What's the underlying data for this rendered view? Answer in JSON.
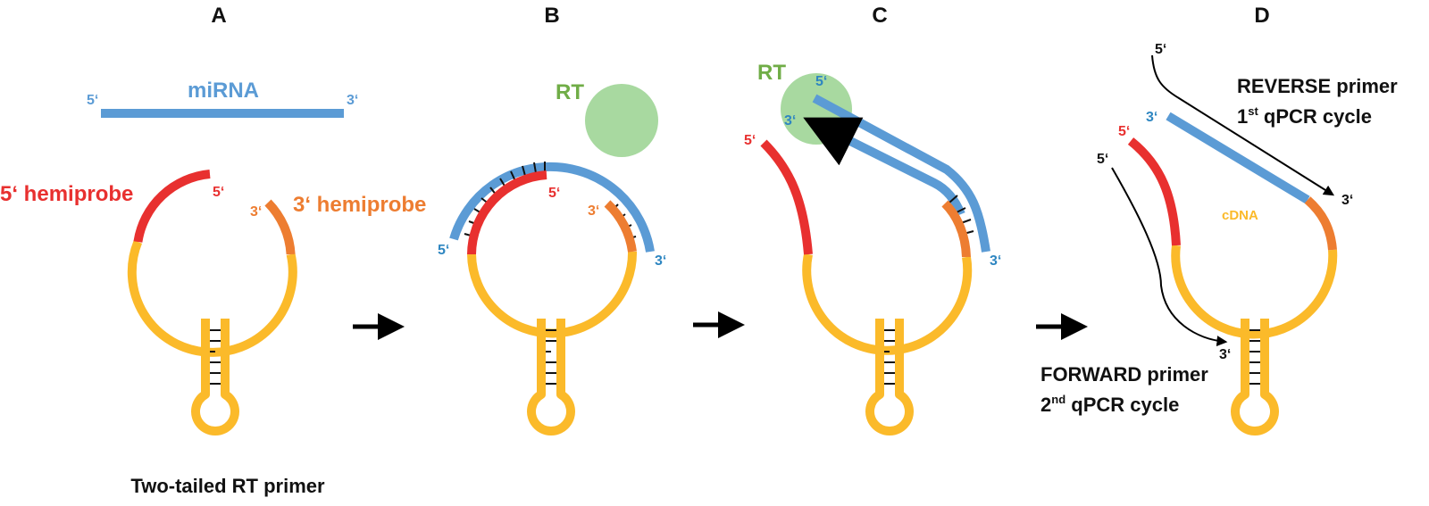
{
  "colors": {
    "primer": "#fbba2a",
    "mirna": "#5b9bd5",
    "hemi5": "#e8302f",
    "hemi3": "#ed7d31",
    "rt": "#a8d9a0",
    "rt_text": "#70ad47",
    "arrow": "#000000"
  },
  "panels": {
    "a": {
      "label": "A",
      "mirna_label": "miRNA",
      "mirna_5": "5‘",
      "mirna_3": "3‘",
      "hemi5_label": "5‘ hemiprobe",
      "hemi5_end": "5‘",
      "hemi3_label": "3‘ hemiprobe",
      "hemi3_end": "3‘",
      "caption": "Two-tailed RT primer"
    },
    "b": {
      "label": "B",
      "rt": "RT",
      "hemi5_end": "5‘",
      "hemi3_end": "3‘",
      "mirna_5": "5‘",
      "mirna_3": "3‘"
    },
    "c": {
      "label": "C",
      "rt": "RT",
      "hemi5_end": "5‘",
      "strand_5": "5‘",
      "strand_3": "3‘",
      "mirna_3": "3‘"
    },
    "d": {
      "label": "D",
      "reverse_5": "5‘",
      "reverse_line1": "REVERSE primer",
      "reverse_line2_pre": "1",
      "reverse_line2_sup": "st",
      "reverse_line2_post": " qPCR cycle",
      "reverse_3": "3‘",
      "cdna_3": "3‘",
      "hemi5_end": "5‘",
      "cdna": "cDNA",
      "forward_5": "5‘",
      "forward_3": "3‘",
      "forward_line1": "FORWARD primer",
      "forward_line2_pre": "2",
      "forward_line2_sup": "nd",
      "forward_line2_post": " qPCR cycle"
    }
  }
}
